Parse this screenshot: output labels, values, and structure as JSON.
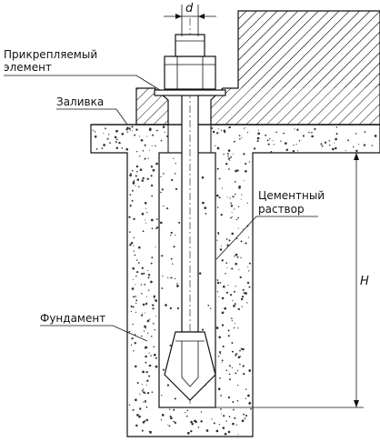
{
  "labels": {
    "attached_element_line1": "Прикрепляемый",
    "attached_element_line2": "элемент",
    "grout": "Заливка",
    "cement_mortar_line1": "Цементный",
    "cement_mortar_line2": "раствор",
    "foundation": "Фундамент"
  },
  "dimensions": {
    "diameter": "d",
    "depth": "H"
  },
  "colors": {
    "stroke": "#111111",
    "background": "#ffffff",
    "fill_dots": "#333333"
  }
}
